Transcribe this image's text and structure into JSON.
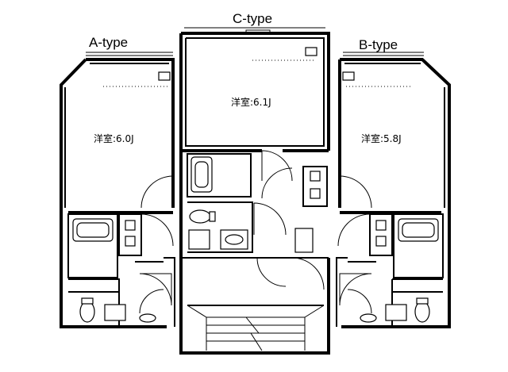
{
  "units": {
    "a": {
      "type_label": "A-type",
      "room_label": "洋室:6.0J"
    },
    "c": {
      "type_label": "C-type",
      "room_label": "洋室:6.1J"
    },
    "b": {
      "type_label": "B-type",
      "room_label": "洋室:5.8J"
    }
  }
}
